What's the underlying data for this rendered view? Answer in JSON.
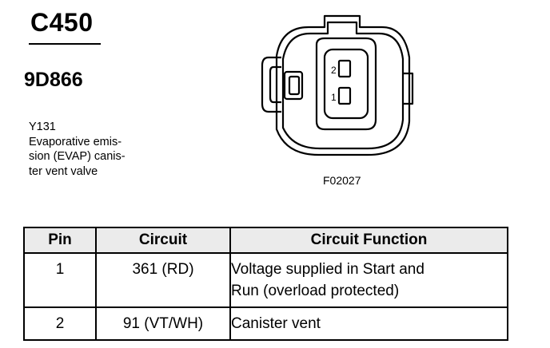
{
  "connector": {
    "id": "C450",
    "part_number": "9D866"
  },
  "component": {
    "code": "Y131",
    "description_lines": [
      "Evaporative emis-",
      "sion (EVAP) canis-",
      "ter vent valve"
    ]
  },
  "diagram": {
    "pin_labels": [
      "2",
      "1"
    ],
    "figure_code": "F02027"
  },
  "table": {
    "headers": {
      "pin": "Pin",
      "circuit": "Circuit",
      "function": "Circuit Function"
    },
    "rows": [
      {
        "pin": "1",
        "circuit": "361 (RD)",
        "function_lines": [
          "Voltage supplied in Start and",
          "Run (overload protected)"
        ]
      },
      {
        "pin": "2",
        "circuit": "91 (VT/WH)",
        "function_lines": [
          "Canister vent"
        ]
      }
    ]
  }
}
